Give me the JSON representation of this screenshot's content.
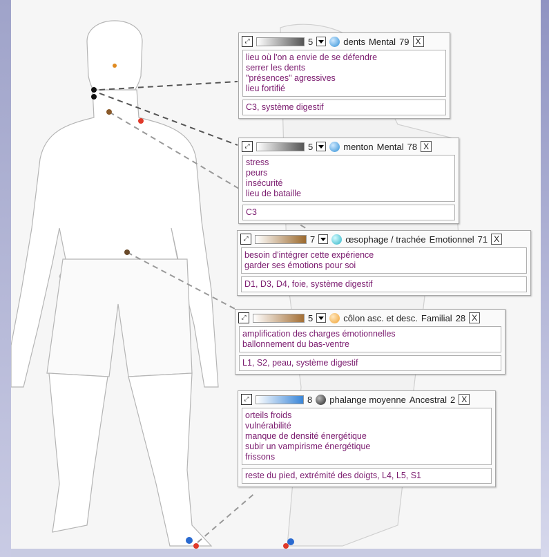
{
  "panels": [
    {
      "title": "dents",
      "category": "Mental",
      "score": "79",
      "level": "5",
      "ball_color": "#2f8fd6",
      "slider_color": "#555555",
      "lines": [
        "lieu où l'on a envie de se défendre",
        "serrer les dents",
        "\"présences\" agressives",
        "lieu fortifié"
      ],
      "footer": "C3, système digestif",
      "close": "X"
    },
    {
      "title": "menton",
      "category": "Mental",
      "score": "78",
      "level": "5",
      "ball_color": "#2f8fd6",
      "slider_color": "#555555",
      "lines": [
        "stress",
        "peurs",
        "insécurité",
        "lieu de bataille"
      ],
      "footer": "C3",
      "close": "X"
    },
    {
      "title": "œsophage / trachée",
      "category": "Emotionnel",
      "score": "71",
      "level": "7",
      "ball_color": "#2bb3c6",
      "slider_color": "#9c6a2e",
      "lines": [
        "besoin d'intégrer cette expérience",
        "garder ses émotions pour soi"
      ],
      "footer": "D1, D3, D4, foie, système digestif",
      "close": "X"
    },
    {
      "title": "côlon asc. et desc.",
      "category": "Familial",
      "score": "28",
      "level": "5",
      "ball_color": "#f0a030",
      "slider_color": "#a46f35",
      "lines": [
        "amplification des charges émotionnelles",
        "ballonnement du bas-ventre"
      ],
      "footer": "L1, S2, peau, système digestif",
      "close": "X"
    },
    {
      "title": "phalange moyenne",
      "category": "Ancestral",
      "score": "2",
      "level": "8",
      "ball_color": "#444444",
      "slider_color": "#3a86d8",
      "lines": [
        "orteils froids",
        "vulnérabilité",
        "manque de densité énergétique",
        "subir un vampirisme énergétique",
        "frissons"
      ],
      "footer": "reste du pied, extrémité des doigts, L4, L5, S1",
      "close": "X"
    }
  ],
  "icons": {
    "expand": "expand-icon",
    "dropdown": "chevron-down-icon"
  }
}
